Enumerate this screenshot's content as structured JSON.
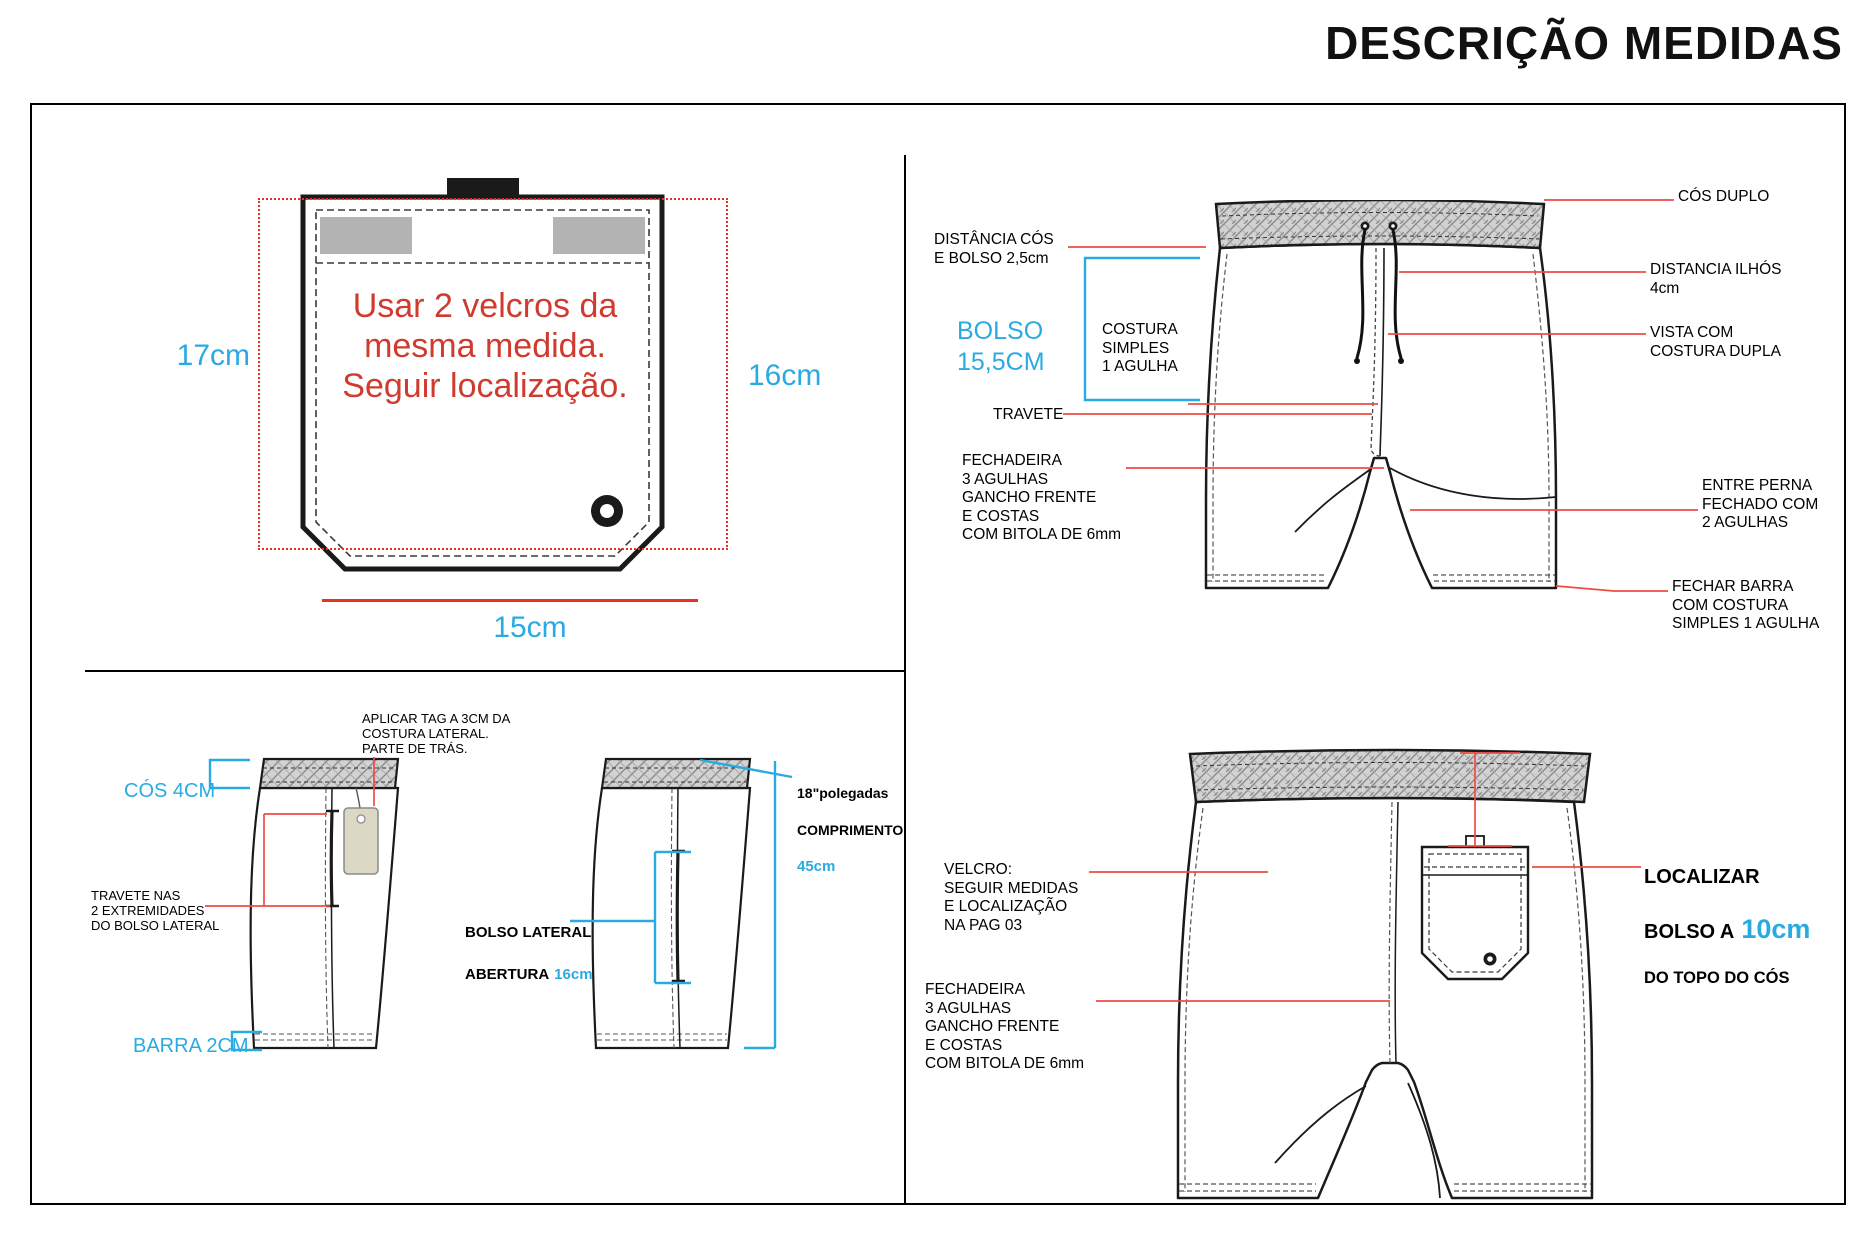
{
  "title": "DESCRIÇÃO MEDIDAS",
  "colors": {
    "accent_blue": "#29abe2",
    "note_red": "#d13a2e",
    "callout_red": "#ee4d42",
    "dim_red": "#e63327",
    "velcro_gray": "#b3b3b3",
    "tag_beige": "#dbd8c6"
  },
  "pocket_detail": {
    "note": "Usar 2 velcros da\nmesma medida.\nSeguir localização.",
    "dim_left": "17cm",
    "dim_right": "16cm",
    "dim_bottom": "15cm"
  },
  "front_view": {
    "distancia_cos": "DISTÂNCIA CÓS\nE BOLSO 2,5cm",
    "bolso": "BOLSO\n15,5CM",
    "costura_simples": "COSTURA\nSIMPLES\n1 AGULHA",
    "travete": "TRAVETE",
    "fechadeira": "FECHADEIRA\n3 AGULHAS\nGANCHO FRENTE\nE COSTAS\nCOM BITOLA DE 6mm",
    "cos_duplo": "CÓS DUPLO",
    "distancia_ilhos": "DISTANCIA ILHÓS\n4cm",
    "vista": "VISTA COM\nCOSTURA DUPLA",
    "entre_perna": "ENTRE PERNA\nFECHADO COM\n2 AGULHAS",
    "fechar_barra": "FECHAR BARRA\nCOM COSTURA\nSIMPLES 1 AGULHA"
  },
  "side_view": {
    "cos": "CÓS 4CM",
    "aplicar_tag": "APLICAR TAG A 3CM DA\nCOSTURA LATERAL.\nPARTE DE TRÁS.",
    "travete_bolso": "TRAVETE  NAS\n2 EXTREMIDADES\nDO  BOLSO LATERAL",
    "barra": "BARRA 2CM",
    "bolso_lateral": "BOLSO  LATERAL",
    "abertura_label": "ABERTURA",
    "abertura_value": "16cm",
    "polegadas": "18\"polegadas",
    "comprimento_label": "COMPRIMENTO",
    "comprimento_value": "45cm"
  },
  "back_view": {
    "velcro": "VELCRO:\nSEGUIR MEDIDAS\nE LOCALIZAÇÃO\nNA PAG 03",
    "fechadeira": "FECHADEIRA\n3 AGULHAS\nGANCHO FRENTE\nE COSTAS\nCOM BITOLA DE 6mm",
    "localizar_line1": "LOCALIZAR",
    "localizar_line2_prefix": "BOLSO A",
    "localizar_value": "10cm",
    "localizar_line3": "DO TOPO DO CÓS"
  }
}
